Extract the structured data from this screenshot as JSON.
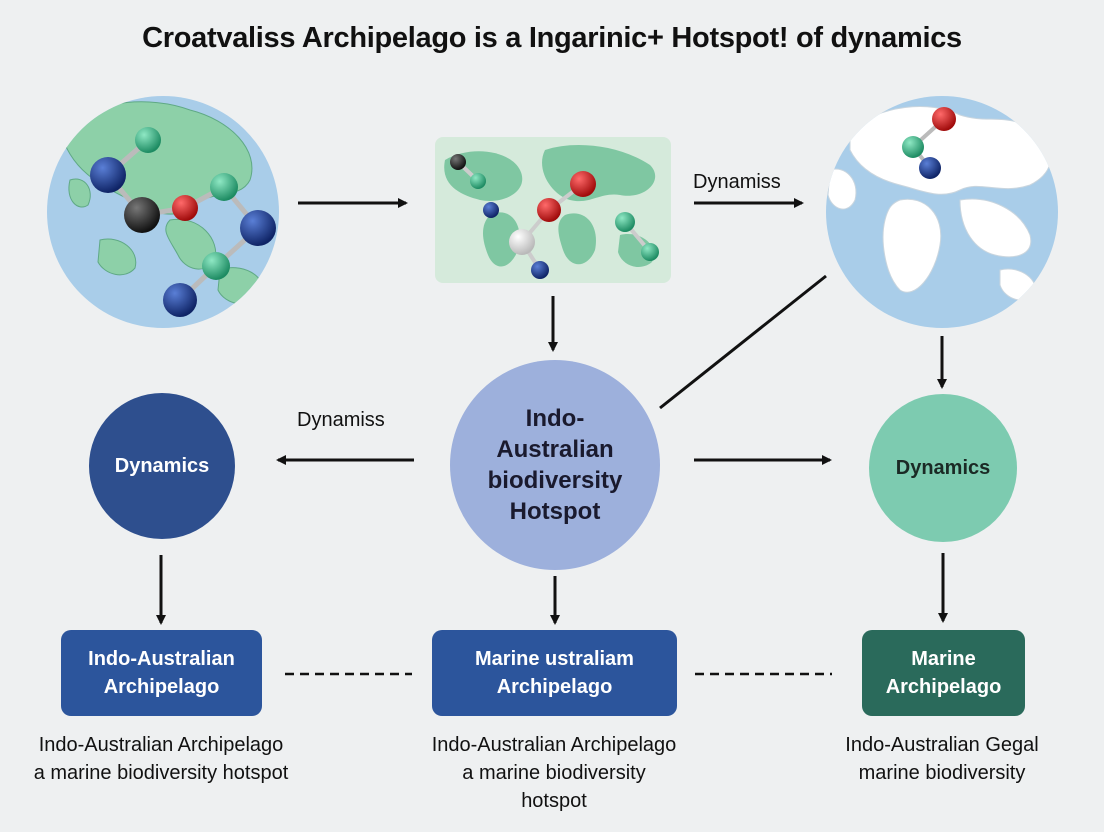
{
  "title": "Croatvaliss Archipelago is a Ingarinic+ Hotspot! of dynamics",
  "edge_labels": {
    "top_right": "Dynamiss",
    "middle_left": "Dynamiss"
  },
  "nodes": {
    "hotspot": {
      "label": "Indo-\nAustralian\nbiodiversity\nHotspot",
      "color": "#9db0dc"
    },
    "dynamics_left": {
      "label": "Dynamics",
      "color": "#2e4f8e"
    },
    "dynamics_right": {
      "label": "Dynamics",
      "color": "#7dcbb0"
    },
    "box_left": {
      "label": "Indo-Australian\nArchipelago",
      "color": "#2c559c"
    },
    "box_center": {
      "label": "Marine ustraliam\nArchipelago",
      "color": "#2c559c"
    },
    "box_right": {
      "label": "Marine\nArchipelago",
      "color": "#2a6a5b"
    }
  },
  "captions": {
    "left": "Indo-Australian Archipelago\na marine biodiversity hotspot",
    "center": "Indo-Australian Archipelago\na marine biodiversity\nhotspot",
    "right": "Indo-Australian Gegal\nmarine biodiversity"
  },
  "colors": {
    "ocean": "#a9cde9",
    "land_green": "#8dd0a8",
    "map_bg": "#d5eadb",
    "atom_blue": "#1f3a8a",
    "atom_red": "#d11a1a",
    "atom_green": "#3fb98a",
    "atom_black": "#2a2a2a",
    "atom_white": "#f2f2f2"
  }
}
